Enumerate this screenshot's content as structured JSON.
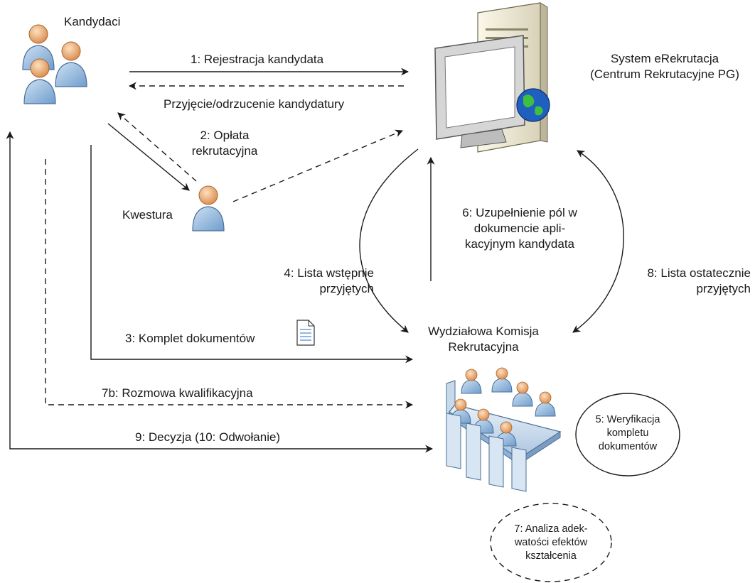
{
  "actors": {
    "candidates": "Kandydaci",
    "bursary": "Kwestura",
    "system": [
      "System eRekrutacja",
      "(Centrum Rekrutacyjne PG)"
    ],
    "committee": [
      "Wydziałowa Komisja",
      "Rekrutacyjna"
    ]
  },
  "flows": {
    "f1": "1: Rejestracja kandydata",
    "f1_reply": "Przyjęcie/odrzucenie kandydatury",
    "f2": [
      "2: Opłata",
      "rekrutacyjna"
    ],
    "f3": "3: Komplet dokumentów",
    "f4": [
      "4: Lista wstępnie",
      "przyjętych"
    ],
    "f6": [
      "6: Uzupełnienie pól w",
      "dokumencie apli-",
      "kacyjnym kandydata"
    ],
    "f7b": "7b: Rozmowa kwalifikacyjna",
    "f8": [
      "8: Lista ostatecznie",
      "przyjętych"
    ],
    "f9": "9: Decyzja (10: Odwołanie)"
  },
  "activities": {
    "a5": [
      "5: Weryfikacja",
      "kompletu",
      "dokumentów"
    ],
    "a7": [
      "7: Analiza adek-",
      "watości efektów",
      "kształcenia"
    ]
  },
  "icons": [
    "people-group-icon",
    "person-icon",
    "server-computer-icon",
    "globe-icon",
    "document-icon",
    "meeting-table-icon"
  ],
  "colors": {
    "line": "#1a1a1a",
    "person_body": "#8fb8de",
    "person_head": "#f0b27a",
    "server": "#f2efe0",
    "monitor": "#cfcfcf"
  }
}
